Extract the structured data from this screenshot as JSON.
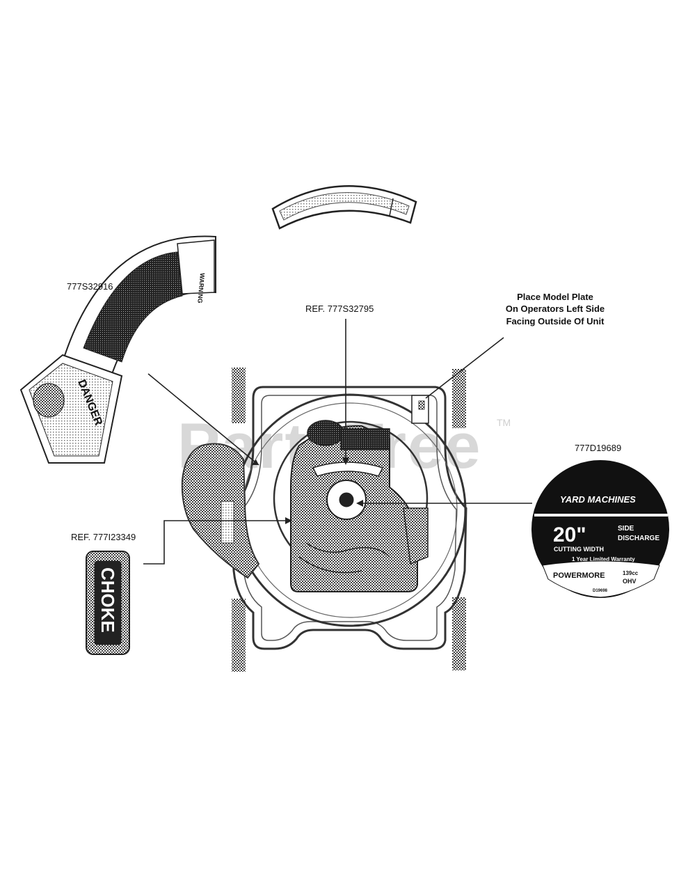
{
  "watermark": {
    "text": "PartsTree",
    "tm": "TM"
  },
  "labels": {
    "part_777S32916": "777S32916",
    "part_ref_777S32795": "REF. 777S32795",
    "part_777D19689": "777D19689",
    "part_ref_777I23349": "REF. 777I23349",
    "model_plate_line1": "Place Model Plate",
    "model_plate_line2": "On Operators Left Side",
    "model_plate_line3": "Facing Outside Of Unit"
  },
  "decals": {
    "danger_label": {
      "title": "DANGER"
    },
    "warning_label": {
      "title": "WARNING"
    },
    "choke_label": {
      "text": "CHOKE"
    },
    "round_badge": {
      "brand": "YARD MACHINES",
      "size": "20\"",
      "side": "SIDE",
      "discharge": "DISCHARGE",
      "cutting_width": "CUTTING WIDTH",
      "warranty": "1 Year Limited Warranty",
      "engine_brand": "POWERMORE",
      "engine_cc": "139cc",
      "engine_type": "OHV",
      "code": "D19698"
    }
  }
}
